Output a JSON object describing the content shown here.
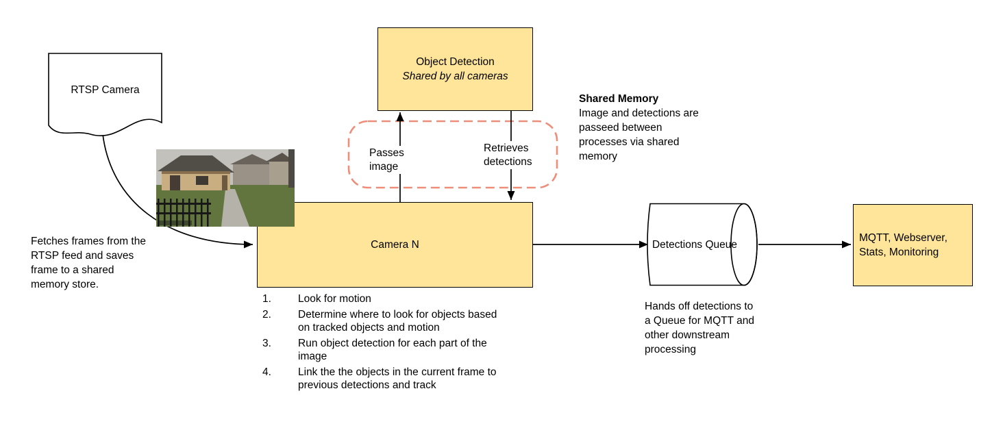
{
  "nodes": {
    "rtsp_camera": {
      "label": "RTSP Camera"
    },
    "object_detection": {
      "title": "Object Detection",
      "subtitle": "Shared by all cameras"
    },
    "camera_n": {
      "label": "Camera N"
    },
    "detections_queue": {
      "label": "Detections Queue"
    },
    "mqtt": {
      "label": "MQTT, Webserver, Stats, Monitoring"
    }
  },
  "flow_labels": {
    "passes_image": "Passes image",
    "retrieves_detections": "Retrieves detections"
  },
  "notes": {
    "shared_memory": {
      "title": "Shared Memory",
      "lines": [
        "Image and detections are",
        "passeed between",
        "processes via shared",
        "memory"
      ]
    },
    "fetch_frames": "Fetches frames from the RTSP feed and saves frame to a shared memory store.",
    "queue_handoff": "Hands off detections to a Queue for MQTT and other downstream processing"
  },
  "steps": [
    {
      "num": "1.",
      "text": "Look for motion"
    },
    {
      "num": "2.",
      "text": "Determine where to look for objects based on tracked objects and motion"
    },
    {
      "num": "3.",
      "text": "Run object detection for each part of the image"
    },
    {
      "num": "4.",
      "text": "Link the the objects in the current frame to previous detections and track"
    }
  ],
  "colors": {
    "node_fill": "#ffe599",
    "node_border": "#000000",
    "shared_memory_dash": "#ee8e79",
    "arrow": "#000000"
  }
}
